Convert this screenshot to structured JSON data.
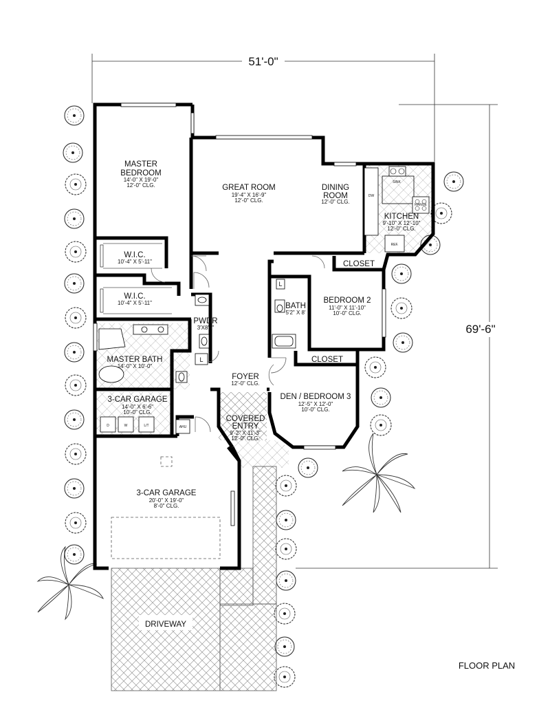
{
  "dimensions": {
    "width": "51'-0\"",
    "depth": "69'-6\""
  },
  "plan_label": "FLOOR PLAN",
  "rooms": {
    "master_bedroom": {
      "name1": "MASTER",
      "name2": "BEDROOM",
      "size": "14'-0\" X 19'-0\"",
      "clg": "12'-0\" CLG."
    },
    "great_room": {
      "name": "GREAT ROOM",
      "size": "19'-4\" X 16'-9\"",
      "clg": "12'-0\" CLG."
    },
    "dining_room": {
      "name1": "DINING",
      "name2": "ROOM",
      "clg": "12'-0\" CLG."
    },
    "kitchen": {
      "name": "KITCHEN",
      "size": "9'-10\" X 12'-10\"",
      "clg": "12'-0\" CLG."
    },
    "closet_upper": {
      "name": "CLOSET"
    },
    "wic_1": {
      "name": "W.I.C.",
      "size": "10'-4\" X 5'-11\""
    },
    "wic_2": {
      "name": "W.I.C.",
      "size": "10'-4\" X 5'-11\""
    },
    "bath": {
      "name": "BATH",
      "size": "5'2\" X 8'"
    },
    "bedroom_2": {
      "name": "BEDROOM 2",
      "size": "11'-0\" X 11'-10\"",
      "clg": "10'-0\" CLG."
    },
    "pwdr": {
      "name": "PWDR",
      "size": "3'X8'5\""
    },
    "master_bath": {
      "name": "MASTER BATH",
      "size": "14'-0\" X 10'-0\""
    },
    "closet_lower": {
      "name": "CLOSET"
    },
    "foyer": {
      "name": "FOYER",
      "clg": "12'-0\" CLG."
    },
    "den": {
      "name": "DEN / BEDROOM 3",
      "size": "12'-5\" X 12'-0\"",
      "clg": "10'-0\" CLG."
    },
    "laundry": {
      "name": "3-CAR GARAGE",
      "size": "14'-0\" X 6'-6\"",
      "clg": "10'-0\" CLG."
    },
    "covered_entry": {
      "name1": "COVERED",
      "name2": "ENTRY",
      "size": "9'-2\" X 11'-3\"",
      "clg": "12'-0\" CLG."
    },
    "garage": {
      "name": "3-CAR GARAGE",
      "size": "20'-0\" X 19'-0\"",
      "clg": "8'-0\" CLG."
    },
    "driveway": {
      "name": "DRIVEWAY"
    }
  },
  "fixtures": {
    "sink": "SINK",
    "dw": "DW",
    "range": "RANGE",
    "ref": "REF.",
    "linen": "L",
    "linen2": "L",
    "dryer": "D",
    "washer": "W",
    "laundry_tub": "L/T",
    "ahu": "AHU"
  }
}
